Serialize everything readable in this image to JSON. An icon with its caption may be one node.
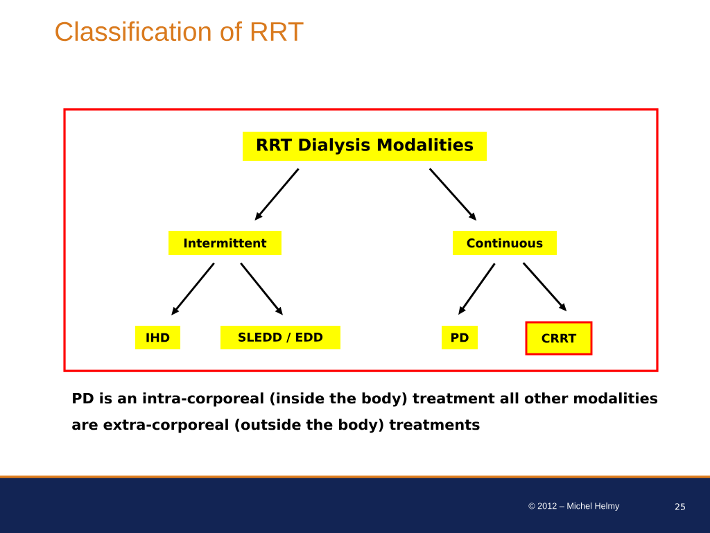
{
  "diagram": {
    "title": "Classification of RRT",
    "nodes": [
      {
        "text": [],
        "shape": "box"
      },
      {
        "text": [
          "RRT Dialysis Modalities"
        ],
        "in": 0
      },
      {
        "text": [
          "Intermittent"
        ],
        "in": 0
      },
      {
        "text": [
          "Continuous"
        ],
        "in": 0
      },
      {
        "text": [
          "IHD"
        ],
        "in": 0
      },
      {
        "text": [
          "SLEDD / EDD"
        ],
        "in": 0
      },
      {
        "text": [
          "PD"
        ],
        "in": 0
      },
      {
        "text": [
          "CRRT"
        ],
        "in": 0
      }
    ],
    "edges": [
      {
        "from": 1,
        "to": 2,
        "arrow": "to"
      },
      {
        "from": 1,
        "to": 3,
        "arrow": "to"
      },
      {
        "from": 2,
        "to": 4,
        "arrow": "to"
      },
      {
        "from": 2,
        "to": 5,
        "arrow": "to"
      },
      {
        "from": 3,
        "to": 6,
        "arrow": "to"
      },
      {
        "from": 3,
        "to": 7,
        "arrow": "to"
      }
    ],
    "labels": [
      "PD is an intra-corporeal (inside the body) treatment all other modalities are extra-corporeal (outside the body) treatments",
      "© 2012 – Michel Helmy",
      "25"
    ]
  }
}
